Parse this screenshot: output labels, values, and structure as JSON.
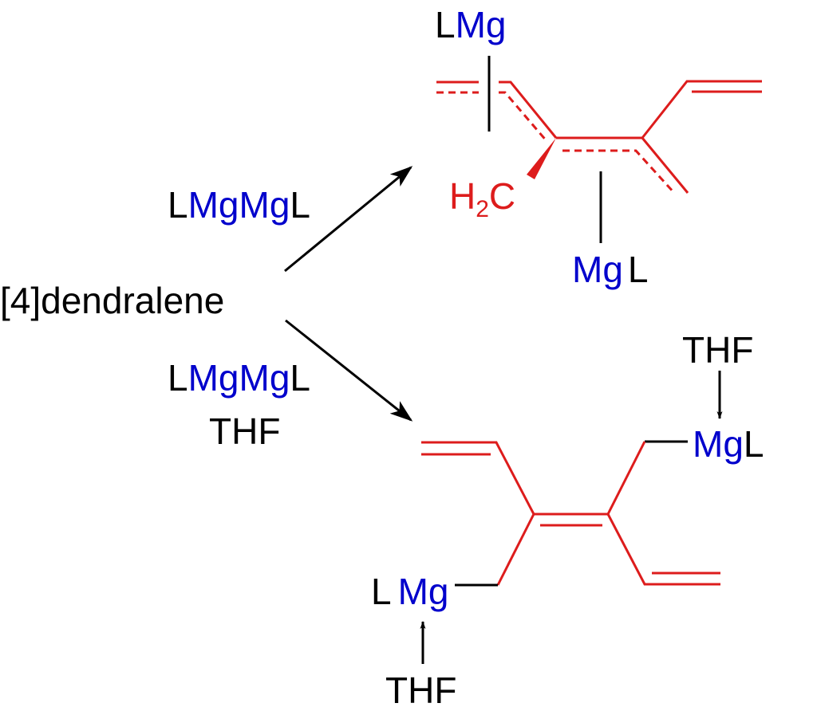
{
  "reactant": "[4]dendralene",
  "upper_reagent": {
    "L1": "L",
    "Mg1": "Mg",
    "Mg2": "Mg",
    "L2": "L"
  },
  "lower_reagent": {
    "L1": "L",
    "Mg1": "Mg",
    "Mg2": "Mg",
    "L2": "L",
    "solvent": "THF"
  },
  "top_product": {
    "lmg_L": "L",
    "lmg_Mg": "Mg",
    "h2c_H": "H",
    "h2c_sub": "2",
    "h2c_C": "C",
    "mgl_Mg": "Mg",
    "mgl_L": "L"
  },
  "bottom_product": {
    "right_thf": "THF",
    "right_Mg": "Mg",
    "right_L": "L",
    "left_L": "L",
    "left_Mg": "Mg",
    "left_thf": "THF"
  },
  "colors": {
    "metal": "#0000cc",
    "organic": "#dd1c1c",
    "text": "#000000"
  }
}
